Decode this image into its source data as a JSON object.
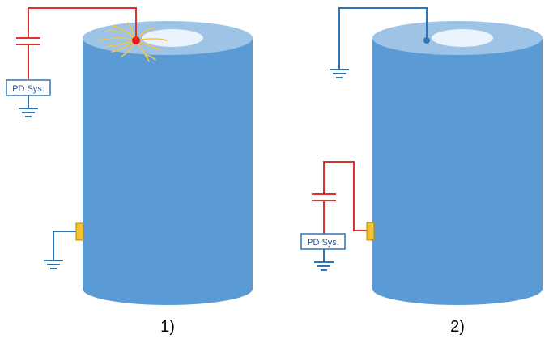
{
  "colors": {
    "cylinder_body": "#5b9bd5",
    "cylinder_body_shade": "#4f8fc9",
    "cylinder_top": "#9dc3e6",
    "cylinder_bore": "#eaf2fb",
    "circuit_red": "#e03030",
    "ground_blue": "#2e75b6",
    "pd_box_border": "#2e75b6",
    "electrode": "#f2c230",
    "discharge": "#f4c542",
    "discharge_point": "#e81818",
    "connection_dot": "#2e75b6"
  },
  "diagram_1": {
    "caption": "1)",
    "pd_box_label": "PD Sys.",
    "ground_icons": [
      "ground-icon",
      "ground-icon"
    ],
    "capacitor_icon": "capacitor-icon",
    "discharge_icon": "partial-discharge-icon"
  },
  "diagram_2": {
    "caption": "2)",
    "pd_box_label": "PD Sys.",
    "ground_icons": [
      "ground-icon",
      "ground-icon"
    ],
    "capacitor_icon": "capacitor-icon"
  }
}
